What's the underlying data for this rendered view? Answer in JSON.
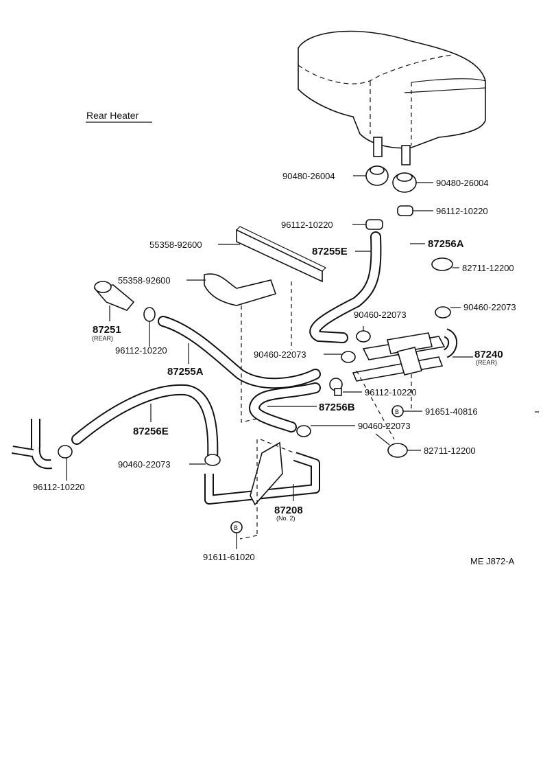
{
  "title": "Rear Heater",
  "diagram_code": "ME J872-A",
  "parts": {
    "grommet_left": "90480-26004",
    "grommet_right": "90480-26004",
    "clip_top_right": "96112-10220",
    "clip_center": "96112-10220",
    "hose_87256A": "87256A",
    "hose_87255E": "87255E",
    "seal_upper": "55358-92600",
    "seal_lower": "55358-92600",
    "clamp_82711_upper": "82711-12200",
    "clamp_90460_right": "90460-22073",
    "valve_87251": "87251",
    "valve_87251_note": "(REAR)",
    "clip_left_valve": "96112-10220",
    "clamp_90460_center": "90460-22073",
    "clamp_90460_mid": "90460-22073",
    "valve_87240": "87240",
    "valve_87240_note": "(REAR)",
    "hose_87255A": "87255A",
    "clip_96112_mid": "96112-10220",
    "hose_87256B": "87256B",
    "bolt_91651": "91651-40816",
    "bolt_marker": "B",
    "clamp_90460_lower": "90460-22073",
    "hose_87256E": "87256E",
    "clamp_82711_lower": "82711-12200",
    "clamp_90460_left": "90460-22073",
    "clip_96112_left": "96112-10220",
    "pipe_87208": "87208",
    "pipe_87208_note": "(No. 2)",
    "bolt_91611": "91611-61020"
  }
}
